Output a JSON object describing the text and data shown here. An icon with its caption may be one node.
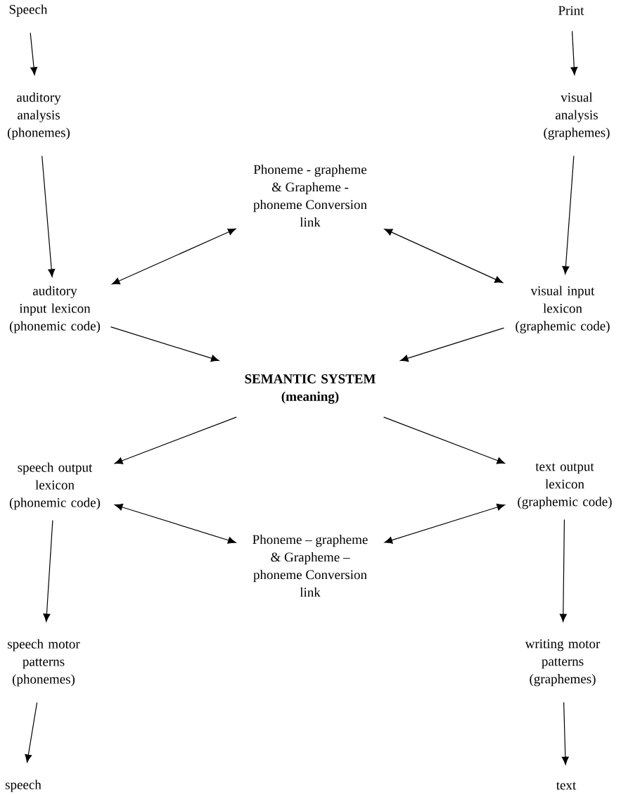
{
  "diagram": {
    "nodes": [
      {
        "text": [
          "Speech"
        ]
      },
      {
        "text": [
          "Print"
        ]
      },
      {
        "text": [
          "auditory analysis (phonemes)"
        ]
      },
      {
        "text": [
          "visual analysis (graphemes)"
        ]
      },
      {
        "text": [
          "Phoneme - grapheme & Grapheme - phoneme Conversion link"
        ]
      },
      {
        "text": [
          "auditory input lexicon (phonemic code)"
        ]
      },
      {
        "text": [
          "visual input lexicon (graphemic code)"
        ]
      },
      {
        "text": [
          "SEMANTIC SYSTEM",
          "(meaning)"
        ]
      },
      {
        "text": [
          "speech output lexicon (phonemic code)"
        ]
      },
      {
        "text": [
          "text output lexicon (graphemic code)"
        ]
      },
      {
        "text": [
          "Phoneme – grapheme & Grapheme – phoneme Conversion link"
        ]
      },
      {
        "text": [
          "speech motor patterns (phonemes)"
        ]
      },
      {
        "text": [
          "writing motor patterns (graphemes)"
        ]
      },
      {
        "text": [
          "speech"
        ]
      },
      {
        "text": [
          "text"
        ]
      }
    ],
    "edges": [
      {
        "from": 0,
        "to": 2,
        "arrow": "to"
      },
      {
        "from": 1,
        "to": 3,
        "arrow": "to"
      },
      {
        "from": 2,
        "to": 5,
        "arrow": "to"
      },
      {
        "from": 3,
        "to": 6,
        "arrow": "to"
      },
      {
        "from": 4,
        "to": 5,
        "arrow": "both"
      },
      {
        "from": 4,
        "to": 6,
        "arrow": "both"
      },
      {
        "from": 5,
        "to": 7,
        "arrow": "to"
      },
      {
        "from": 6,
        "to": 7,
        "arrow": "to"
      },
      {
        "from": 7,
        "to": 8,
        "arrow": "to"
      },
      {
        "from": 7,
        "to": 9,
        "arrow": "to"
      },
      {
        "from": 8,
        "to": 10,
        "arrow": "both"
      },
      {
        "from": 9,
        "to": 10,
        "arrow": "both"
      },
      {
        "from": 8,
        "to": 11,
        "arrow": "to"
      },
      {
        "from": 9,
        "to": 12,
        "arrow": "to"
      },
      {
        "from": 11,
        "to": 13,
        "arrow": "to"
      },
      {
        "from": 12,
        "to": 14,
        "arrow": "to"
      }
    ]
  }
}
